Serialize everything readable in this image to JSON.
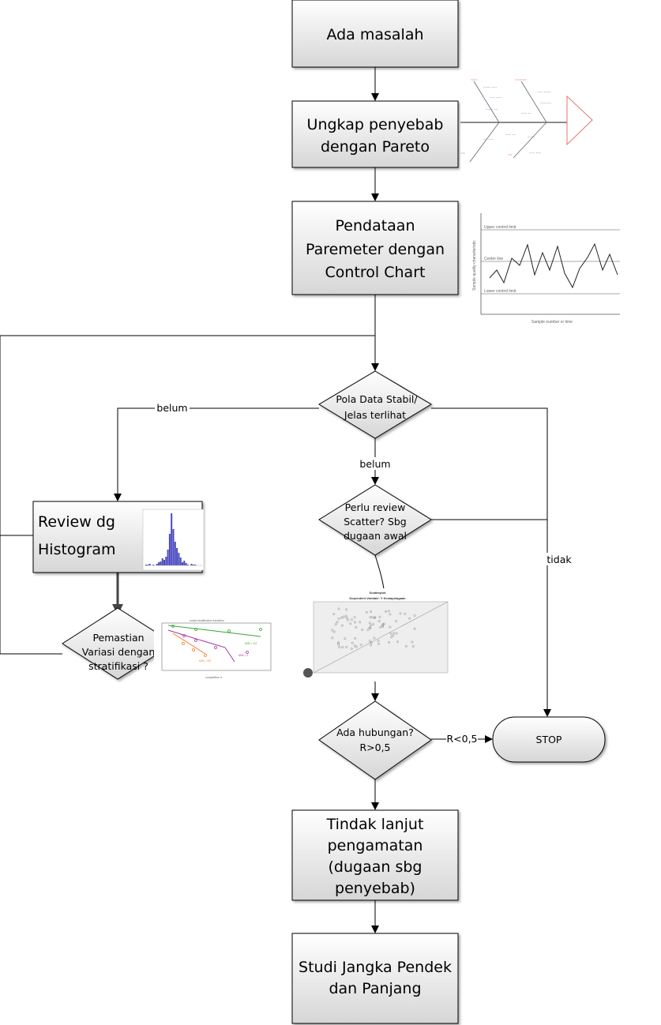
{
  "nodes": {
    "start": "Ada masalah",
    "pareto": [
      "Ungkap penyebab",
      "dengan Pareto"
    ],
    "control_chart": [
      "Pendataan",
      "Paremeter dengan",
      "Control Chart"
    ],
    "decision_stable": [
      "Pola Data Stabil/",
      "Jelas terlihat"
    ],
    "decision_scatter": [
      "Perlu review",
      "Scatter? Sbg",
      "dugaan awal"
    ],
    "histogram": [
      "Review dg",
      "Histogram"
    ],
    "decision_stratification": [
      "Pemastian",
      "Variasi dengan",
      "stratifikasi ?"
    ],
    "decision_relation": [
      "Ada hubungan?",
      "R>0,5"
    ],
    "stop": "STOP",
    "follow_up": [
      "Tindak lanjut",
      "pengamatan",
      "(dugaan sbg",
      "penyebab)"
    ],
    "study": [
      "Studi Jangka Pendek",
      "dan Panjang"
    ]
  },
  "edge_labels": {
    "left_belum": "belum",
    "down_belum": "belum",
    "tidak": "tidak",
    "r_less": "R<0,5"
  },
  "images": {
    "control_chart": {
      "upper": "Upper control limit",
      "center": "Center line",
      "lower": "Lower control limit",
      "xlabel": "Sample number or time",
      "ylabel": "Sample quality characteristic"
    },
    "scatter": {
      "title": "Scatterplot",
      "subtitle": "Dependent Variable: Y Kesiapsiagaan"
    },
    "stratification": {
      "title": "social stratification transition",
      "xlabel": "competition α",
      "series": [
        "M/N = 1/2",
        "M/N = 1",
        "M/N = 3/2"
      ]
    }
  },
  "colors": {
    "box_fill_top": "#ffffff",
    "box_fill_bottom": "#d9d9d9",
    "stroke": "#000000"
  }
}
